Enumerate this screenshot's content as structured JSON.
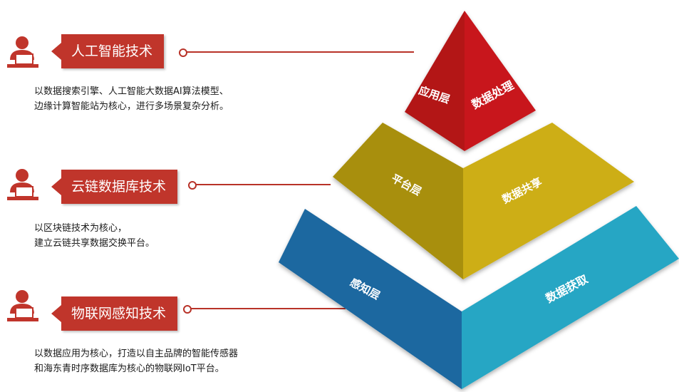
{
  "sections": [
    {
      "title": "人工智能技术",
      "description": "以数据搜索引擎、人工智能大数据AI算法模型、\n边缘计算智能站为核心，进行多场景复杂分析。"
    },
    {
      "title": "云链数据库技术",
      "description": "以区块链技术为核心，\n建立云链共享数据交换平台。"
    },
    {
      "title": "物联网感知技术",
      "description": "以数据应用为核心，打造以自主品牌的智能传感器\n和海东青时序数据库为核心的物联网IoT平台。"
    }
  ],
  "pyramid": {
    "top": {
      "left_label": "应用层",
      "right_label": "数据处理",
      "left_color": "#b31217",
      "right_color": "#c8141a"
    },
    "middle": {
      "left_label": "平台层",
      "right_label": "数据共享",
      "left_color": "#a88f08",
      "right_color": "#cdae12"
    },
    "bottom": {
      "left_label": "感知层",
      "right_label": "数据获取",
      "left_color": "#1c68a0",
      "right_color": "#25a6c4"
    }
  },
  "colors": {
    "accent": "#c0352b"
  }
}
